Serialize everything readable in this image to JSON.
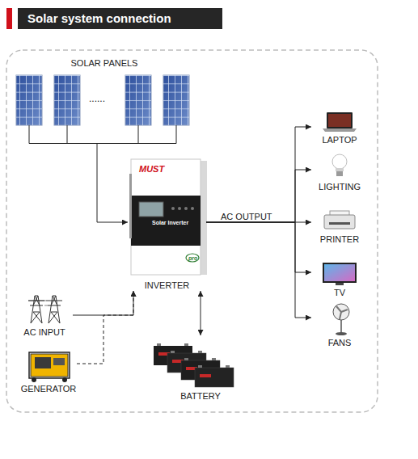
{
  "diagram": {
    "title": "Solar system connection",
    "nodes": [
      {
        "text": [
          "SOLAR PANELS"
        ]
      },
      {
        "text": [
          "INVERTER"
        ]
      },
      {
        "text": [
          "LAPTOP"
        ]
      },
      {
        "text": [
          "LIGHTING"
        ]
      },
      {
        "text": [
          "PRINTER"
        ]
      },
      {
        "text": [
          "TV"
        ]
      },
      {
        "text": [
          "FANS"
        ]
      },
      {
        "text": [
          "AC INPUT"
        ]
      },
      {
        "text": [
          "GENERATOR"
        ]
      },
      {
        "text": [
          "BATTERY"
        ]
      }
    ],
    "edges": [
      {
        "from": 0,
        "to": 1,
        "arrow": "to"
      },
      {
        "from": 1,
        "to": 2,
        "arrow": "to"
      },
      {
        "from": 1,
        "to": 3,
        "arrow": "to"
      },
      {
        "from": 1,
        "to": 4,
        "label": "AC OUTPUT",
        "arrow": "to"
      },
      {
        "from": 1,
        "to": 5,
        "arrow": "to"
      },
      {
        "from": 1,
        "to": 6,
        "arrow": "to"
      },
      {
        "from": 7,
        "to": 1,
        "arrow": "to"
      },
      {
        "from": 8,
        "to": 1,
        "arrow": "to"
      },
      {
        "from": 1,
        "to": 9,
        "arrow": "both"
      }
    ],
    "labels": [
      "......",
      "MUST",
      "Solar Inverter",
      "pro"
    ]
  }
}
